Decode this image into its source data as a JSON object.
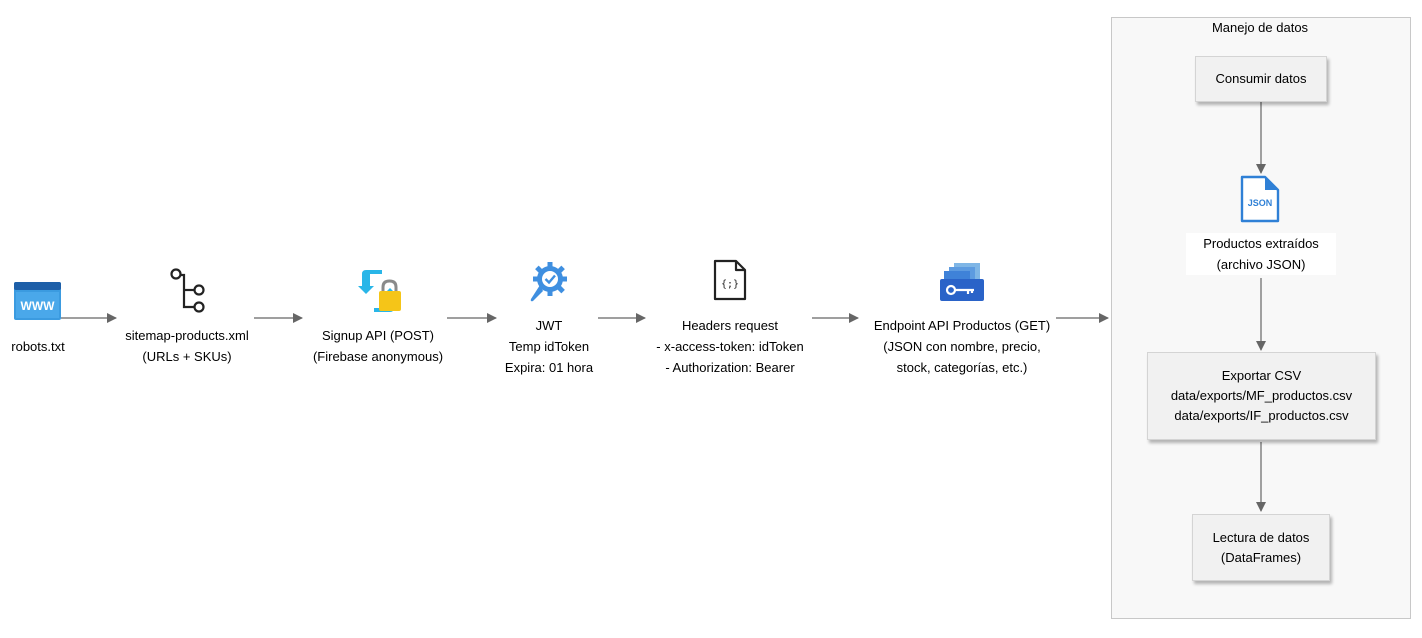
{
  "flow": {
    "robots": {
      "label": "robots.txt",
      "icon": "web-browser-www-icon"
    },
    "sitemap": {
      "lines": [
        "sitemap-products.xml",
        "(URLs + SKUs)"
      ],
      "icon": "branch-tree-icon"
    },
    "signup": {
      "lines": [
        "Signup API (POST)",
        "(Firebase anonymous)"
      ],
      "icon": "sync-lock-icon"
    },
    "jwt": {
      "lines": [
        "JWT",
        "Temp idToken",
        "Expira: 01 hora"
      ],
      "icon": "gear-check-icon"
    },
    "headers": {
      "lines": [
        "Headers request",
        "- x-access-token: idToken",
        "- Authorization: Bearer"
      ],
      "icon": "code-file-icon"
    },
    "endpoint": {
      "lines": [
        "Endpoint API Productos (GET)",
        "(JSON con nombre, precio,",
        "stock, categorías, etc.)"
      ],
      "icon": "api-key-icon"
    }
  },
  "group": {
    "title": "Manejo de datos",
    "consumir": {
      "label": "Consumir datos"
    },
    "json": {
      "lines": [
        "Productos extraídos",
        "(archivo JSON)"
      ],
      "icon_text": "JSON"
    },
    "exportar": {
      "lines": [
        "Exportar CSV",
        "data/exports/MF_productos.csv",
        "data/exports/IF_productos.csv"
      ]
    },
    "lectura": {
      "lines": [
        "Lectura de datos",
        "(DataFrames)"
      ]
    }
  },
  "colors": {
    "arrow": "#666666",
    "blue": "#2f80d6",
    "yellow": "#f5c518",
    "box_fill": "#f1f1f1"
  }
}
